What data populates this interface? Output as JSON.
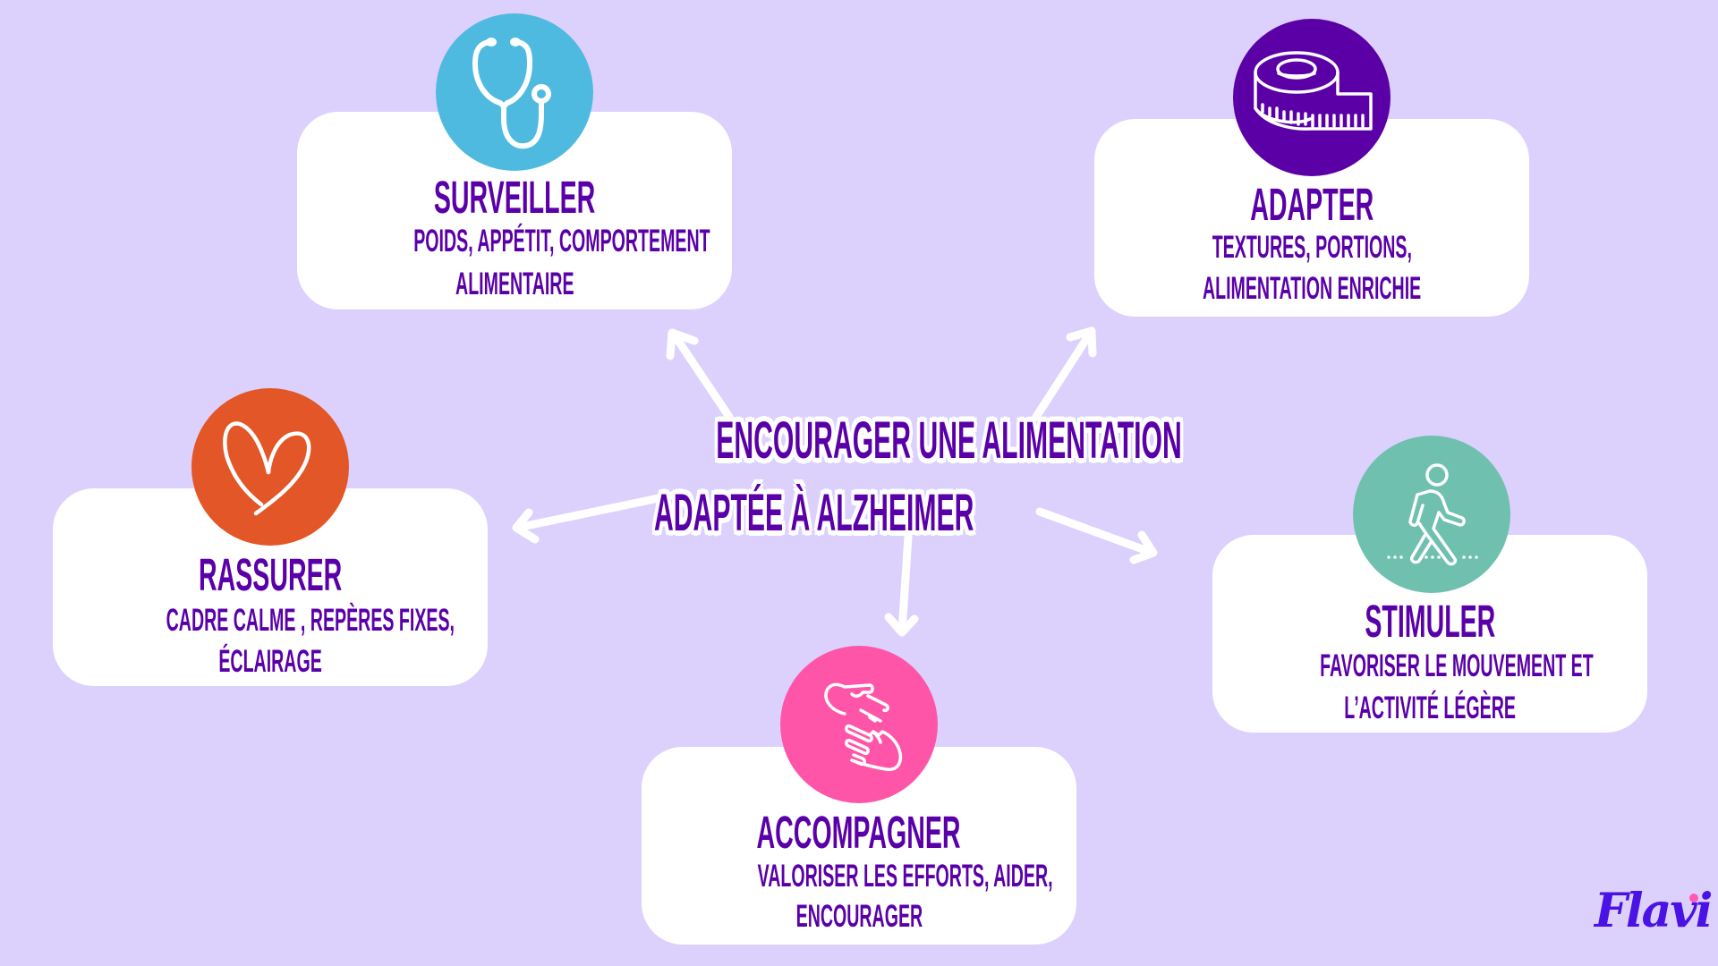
{
  "title": {
    "line1": "ENCOURAGER UNE ALIMENTATION",
    "line2": "ADAPTÉE À ALZHEIMER"
  },
  "colors": {
    "background": "#dcd1fd",
    "text": "#5a00a8",
    "card": "#ffffff",
    "arrow": "#ffffff"
  },
  "cards": [
    {
      "heading": "SURVEILLER",
      "lines": [
        "POIDS, APPÉTIT, COMPORTEMENT",
        "ALIMENTAIRE"
      ],
      "icon": "stethoscope-icon",
      "icon_color": "#4fbadf"
    },
    {
      "heading": "ADAPTER",
      "lines": [
        "TEXTURES, PORTIONS,",
        "ALIMENTATION ENRICHIE"
      ],
      "icon": "tape-measure-icon",
      "icon_color": "#5b00a6"
    },
    {
      "heading": "RASSURER",
      "lines": [
        "CADRE CALME , REPÈRES FIXES,",
        "ÉCLAIRAGE"
      ],
      "icon": "heart-icon",
      "icon_color": "#e25627"
    },
    {
      "heading": "STIMULER",
      "lines": [
        "FAVORISER LE MOUVEMENT ET",
        "L’ACTIVITÉ LÉGÈRE"
      ],
      "icon": "walking-person-icon",
      "icon_color": "#6fc0af"
    },
    {
      "heading": "ACCOMPAGNER",
      "lines": [
        "VALORISER LES EFFORTS, AIDER,",
        "ENCOURAGER"
      ],
      "icon": "helping-hands-icon",
      "icon_color": "#ff55a8"
    }
  ],
  "logo": {
    "text": "Flavi",
    "color": "#4b12e6",
    "dot_color": "#ff5ab0"
  }
}
